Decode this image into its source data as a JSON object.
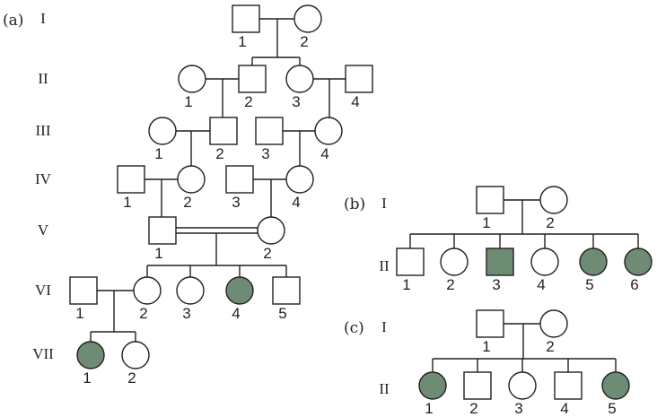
{
  "colors": {
    "line": "#231f20",
    "affected": "#6e8c73",
    "unaffected": "#ffffff"
  },
  "legend_hint": {
    "square": "male",
    "circle": "female",
    "filled": "affected"
  },
  "panels": [
    {
      "id": "a",
      "label": "(a)",
      "generations": [
        "I",
        "II",
        "III",
        "IV",
        "V",
        "VI",
        "VII"
      ],
      "individuals": [
        {
          "id": "a-I-1",
          "gen": "I",
          "num": "1",
          "sex": "male",
          "affected": false
        },
        {
          "id": "a-I-2",
          "gen": "I",
          "num": "2",
          "sex": "female",
          "affected": false
        },
        {
          "id": "a-II-1",
          "gen": "II",
          "num": "1",
          "sex": "female",
          "affected": false
        },
        {
          "id": "a-II-2",
          "gen": "II",
          "num": "2",
          "sex": "male",
          "affected": false
        },
        {
          "id": "a-II-3",
          "gen": "II",
          "num": "3",
          "sex": "female",
          "affected": false
        },
        {
          "id": "a-II-4",
          "gen": "II",
          "num": "4",
          "sex": "male",
          "affected": false
        },
        {
          "id": "a-III-1",
          "gen": "III",
          "num": "1",
          "sex": "female",
          "affected": false
        },
        {
          "id": "a-III-2",
          "gen": "III",
          "num": "2",
          "sex": "male",
          "affected": false
        },
        {
          "id": "a-III-3",
          "gen": "III",
          "num": "3",
          "sex": "male",
          "affected": false
        },
        {
          "id": "a-III-4",
          "gen": "III",
          "num": "4",
          "sex": "female",
          "affected": false
        },
        {
          "id": "a-IV-1",
          "gen": "IV",
          "num": "1",
          "sex": "male",
          "affected": false
        },
        {
          "id": "a-IV-2",
          "gen": "IV",
          "num": "2",
          "sex": "female",
          "affected": false
        },
        {
          "id": "a-IV-3",
          "gen": "IV",
          "num": "3",
          "sex": "male",
          "affected": false
        },
        {
          "id": "a-IV-4",
          "gen": "IV",
          "num": "4",
          "sex": "female",
          "affected": false
        },
        {
          "id": "a-V-1",
          "gen": "V",
          "num": "1",
          "sex": "male",
          "affected": false
        },
        {
          "id": "a-V-2",
          "gen": "V",
          "num": "2",
          "sex": "female",
          "affected": false
        },
        {
          "id": "a-VI-1",
          "gen": "VI",
          "num": "1",
          "sex": "male",
          "affected": false
        },
        {
          "id": "a-VI-2",
          "gen": "VI",
          "num": "2",
          "sex": "female",
          "affected": false
        },
        {
          "id": "a-VI-3",
          "gen": "VI",
          "num": "3",
          "sex": "female",
          "affected": false
        },
        {
          "id": "a-VI-4",
          "gen": "VI",
          "num": "4",
          "sex": "female",
          "affected": true
        },
        {
          "id": "a-VI-5",
          "gen": "VI",
          "num": "5",
          "sex": "male",
          "affected": false
        },
        {
          "id": "a-VII-1",
          "gen": "VII",
          "num": "1",
          "sex": "female",
          "affected": true
        },
        {
          "id": "a-VII-2",
          "gen": "VII",
          "num": "2",
          "sex": "female",
          "affected": false
        }
      ],
      "matings": [
        {
          "partners": [
            "a-I-1",
            "a-I-2"
          ],
          "consanguineous": false,
          "children": [
            "a-II-2",
            "a-II-3"
          ]
        },
        {
          "partners": [
            "a-II-1",
            "a-II-2"
          ],
          "consanguineous": false,
          "children": [
            "a-III-2"
          ]
        },
        {
          "partners": [
            "a-II-3",
            "a-II-4"
          ],
          "consanguineous": false,
          "children": [
            "a-III-4"
          ]
        },
        {
          "partners": [
            "a-III-1",
            "a-III-2"
          ],
          "consanguineous": false,
          "children": [
            "a-IV-2"
          ]
        },
        {
          "partners": [
            "a-III-3",
            "a-III-4"
          ],
          "consanguineous": false,
          "children": [
            "a-IV-4"
          ]
        },
        {
          "partners": [
            "a-IV-1",
            "a-IV-2"
          ],
          "consanguineous": false,
          "children": [
            "a-V-1"
          ]
        },
        {
          "partners": [
            "a-IV-3",
            "a-IV-4"
          ],
          "consanguineous": false,
          "children": [
            "a-V-2"
          ]
        },
        {
          "partners": [
            "a-V-1",
            "a-V-2"
          ],
          "consanguineous": true,
          "children": [
            "a-VI-2",
            "a-VI-3",
            "a-VI-4",
            "a-VI-5"
          ]
        },
        {
          "partners": [
            "a-VI-1",
            "a-VI-2"
          ],
          "consanguineous": false,
          "children": [
            "a-VII-1",
            "a-VII-2"
          ]
        }
      ]
    },
    {
      "id": "b",
      "label": "(b)",
      "generations": [
        "I",
        "II"
      ],
      "individuals": [
        {
          "id": "b-I-1",
          "gen": "I",
          "num": "1",
          "sex": "male",
          "affected": false
        },
        {
          "id": "b-I-2",
          "gen": "I",
          "num": "2",
          "sex": "female",
          "affected": false
        },
        {
          "id": "b-II-1",
          "gen": "II",
          "num": "1",
          "sex": "male",
          "affected": false
        },
        {
          "id": "b-II-2",
          "gen": "II",
          "num": "2",
          "sex": "female",
          "affected": false
        },
        {
          "id": "b-II-3",
          "gen": "II",
          "num": "3",
          "sex": "male",
          "affected": true
        },
        {
          "id": "b-II-4",
          "gen": "II",
          "num": "4",
          "sex": "female",
          "affected": false
        },
        {
          "id": "b-II-5",
          "gen": "II",
          "num": "5",
          "sex": "female",
          "affected": true
        },
        {
          "id": "b-II-6",
          "gen": "II",
          "num": "6",
          "sex": "female",
          "affected": true
        }
      ],
      "matings": [
        {
          "partners": [
            "b-I-1",
            "b-I-2"
          ],
          "consanguineous": false,
          "children": [
            "b-II-1",
            "b-II-2",
            "b-II-3",
            "b-II-4",
            "b-II-5",
            "b-II-6"
          ]
        }
      ]
    },
    {
      "id": "c",
      "label": "(c)",
      "generations": [
        "I",
        "II"
      ],
      "individuals": [
        {
          "id": "c-I-1",
          "gen": "I",
          "num": "1",
          "sex": "male",
          "affected": false
        },
        {
          "id": "c-I-2",
          "gen": "I",
          "num": "2",
          "sex": "female",
          "affected": false
        },
        {
          "id": "c-II-1",
          "gen": "II",
          "num": "1",
          "sex": "female",
          "affected": true
        },
        {
          "id": "c-II-2",
          "gen": "II",
          "num": "2",
          "sex": "male",
          "affected": false
        },
        {
          "id": "c-II-3",
          "gen": "II",
          "num": "3",
          "sex": "female",
          "affected": false
        },
        {
          "id": "c-II-4",
          "gen": "II",
          "num": "4",
          "sex": "male",
          "affected": false
        },
        {
          "id": "c-II-5",
          "gen": "II",
          "num": "5",
          "sex": "female",
          "affected": true
        }
      ],
      "matings": [
        {
          "partners": [
            "c-I-1",
            "c-I-2"
          ],
          "consanguineous": false,
          "children": [
            "c-II-1",
            "c-II-2",
            "c-II-3",
            "c-II-4",
            "c-II-5"
          ]
        }
      ]
    }
  ]
}
